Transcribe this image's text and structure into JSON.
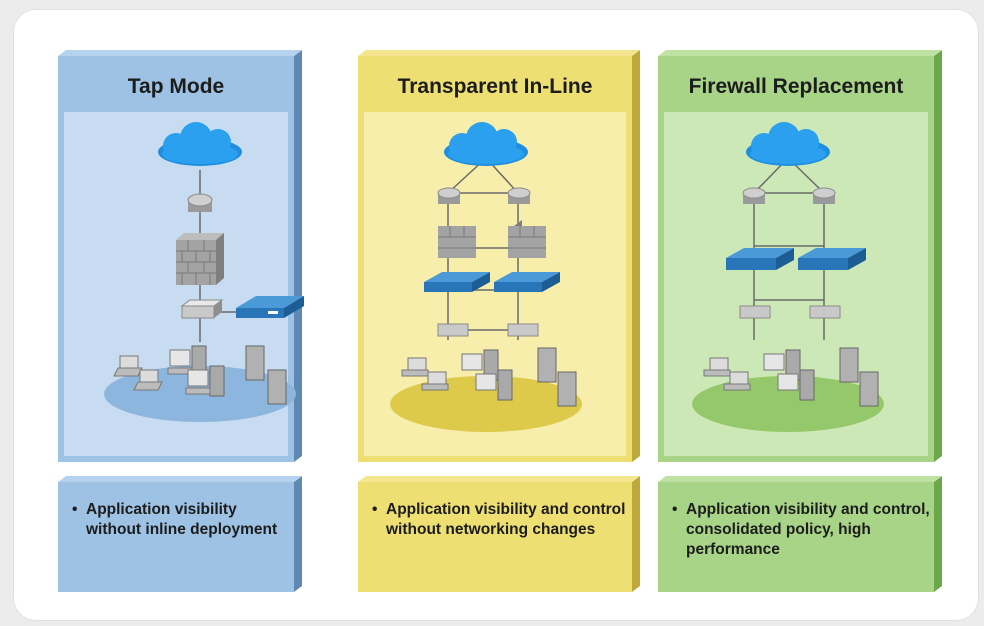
{
  "columns": [
    {
      "title": "Tap Mode",
      "bullet": "Application visibility without inline deployment",
      "colors": {
        "face": "#9dc2e4",
        "panel": "#c7dcf0",
        "side": "#5f89b2",
        "top": "#b5d2ee",
        "floor": "#8db6df"
      }
    },
    {
      "title": "Transparent In-Line",
      "bullet": "Application visibility and control without networking changes",
      "colors": {
        "face": "#eedf73",
        "panel": "#f6eeaa",
        "side": "#bda93a",
        "top": "#f3e68f",
        "floor": "#ddca4a"
      }
    },
    {
      "title": "Firewall Replacement",
      "bullet": "Application visibility and control, consolidated policy, high performance",
      "colors": {
        "face": "#a8d487",
        "panel": "#cde8b7",
        "side": "#6aa84a",
        "top": "#bfe2a3",
        "floor": "#94c86a"
      }
    }
  ]
}
